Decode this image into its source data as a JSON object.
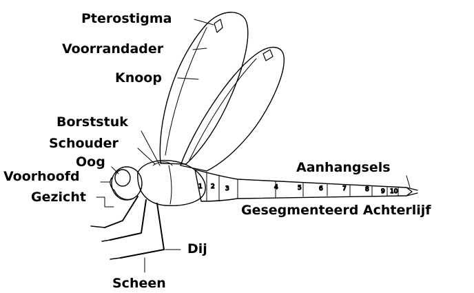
{
  "labels": {
    "pterostigma": "Pterostigma",
    "voorrandader": "Voorrandader",
    "knoop": "Knoop",
    "borststuk": "Borststuk",
    "schouder": "Schouder",
    "oog": "Oog",
    "voorhoofd": "Voorhoofd",
    "gezicht": "Gezicht",
    "aanhangsels": "Aanhangsels",
    "achterlijf": "Gesegmenteerd Achterlijf",
    "dij": "Dij",
    "scheen": "Scheen"
  },
  "segments": [
    "1",
    "2",
    "3",
    "4",
    "5",
    "6",
    "7",
    "8",
    "9",
    "10"
  ],
  "colors": {
    "ink": "#000000",
    "background": "#ffffff"
  }
}
